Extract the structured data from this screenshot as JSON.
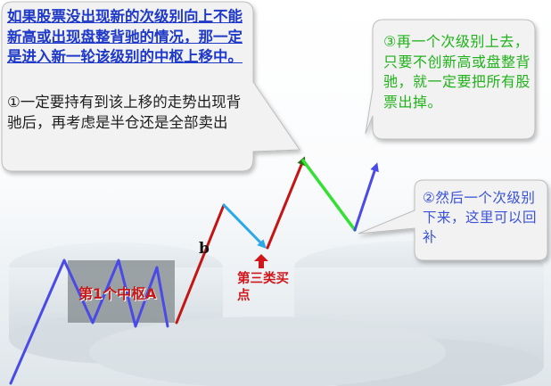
{
  "callout_top_left": {
    "headline": "如果股票没出现新的次级别向上不能新高或出现盘整背驰的情况，那一定是进入新一轮该级别的中枢上移中。",
    "note": "①一定要持有到该上移的走势出现背驰后，再考虑是半仓还是全部卖出"
  },
  "callout_top_right": {
    "text": "③再一个次级别上去，只要不创新高或盘整背驰，就一定要把所有股票出掉。"
  },
  "callout_right": {
    "text": "②然后一个次级别下来，这里可以回补"
  },
  "labels": {
    "zhongshu": "第1个中枢A",
    "point_b": "b",
    "third_buy": "第三类买点"
  },
  "colors": {
    "blue_segment": "#4a4ae6",
    "red_segment": "#c41414",
    "cyan_arrow": "#2aa8e8",
    "green_segment": "#33e033",
    "headline_text": "#1f39c9",
    "green_text": "#20b21a",
    "callout_fill": "#f2f2f2"
  },
  "icons": [
    "up-arrow-marker-icon"
  ]
}
